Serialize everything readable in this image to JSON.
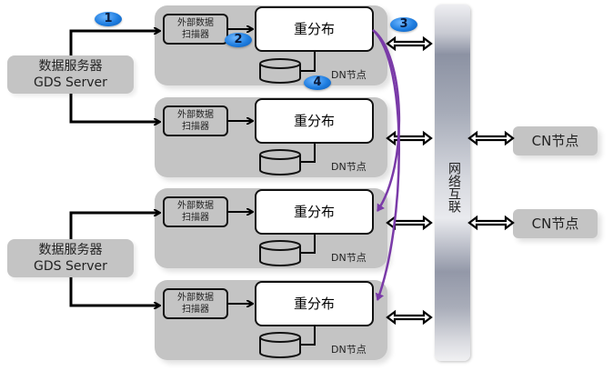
{
  "gds_servers": [
    {
      "line1": "数据服务器",
      "line2": "GDS Server"
    },
    {
      "line1": "数据服务器",
      "line2": "GDS Server"
    }
  ],
  "dn_nodes": [
    {
      "scanner_line1": "外部数据",
      "scanner_line2": "扫描器",
      "redistribute": "重分布",
      "label": "DN节点"
    },
    {
      "scanner_line1": "外部数据",
      "scanner_line2": "扫描器",
      "redistribute": "重分布",
      "label": "DN节点"
    },
    {
      "scanner_line1": "外部数据",
      "scanner_line2": "扫描器",
      "redistribute": "重分布",
      "label": "DN节点"
    },
    {
      "scanner_line1": "外部数据",
      "scanner_line2": "扫描器",
      "redistribute": "重分布",
      "label": "DN节点"
    }
  ],
  "network": {
    "label": "网络互联"
  },
  "cn_nodes": [
    {
      "label": "CN节点"
    },
    {
      "label": "CN节点"
    }
  ],
  "steps": [
    "1",
    "2",
    "3",
    "4"
  ],
  "colors": {
    "node_fill": "#c4c4c4",
    "badge": "#1e7de0",
    "flow_curve": "#7a3aa8",
    "line": "#000000"
  }
}
